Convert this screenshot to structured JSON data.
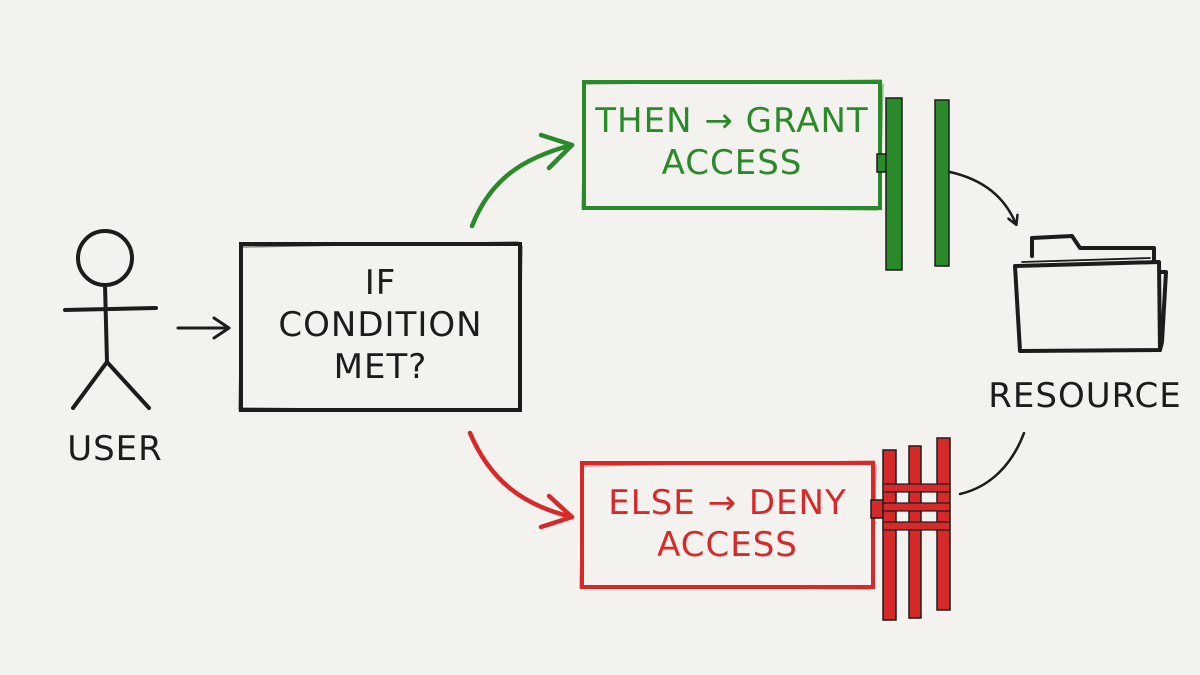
{
  "diagram": {
    "user_label": "USER",
    "condition": {
      "line1": "IF",
      "line2": "CONDITION",
      "line3": "MET?"
    },
    "then_box": {
      "line1": "THEN → GRANT",
      "line2": "ACCESS"
    },
    "else_box": {
      "line1": "ELSE → DENY",
      "line2": "ACCESS"
    },
    "resource_label": "RESOURCE",
    "icons": {
      "user": "stick-figure-icon",
      "open_gate": "open-gate-icon",
      "locked_gate": "locked-gate-icon",
      "resource": "folder-icon"
    },
    "colors": {
      "ink": "#1c1c1c",
      "grant": "#2a8a2a",
      "deny": "#d62a2a",
      "background": "#f3f2ee"
    }
  }
}
